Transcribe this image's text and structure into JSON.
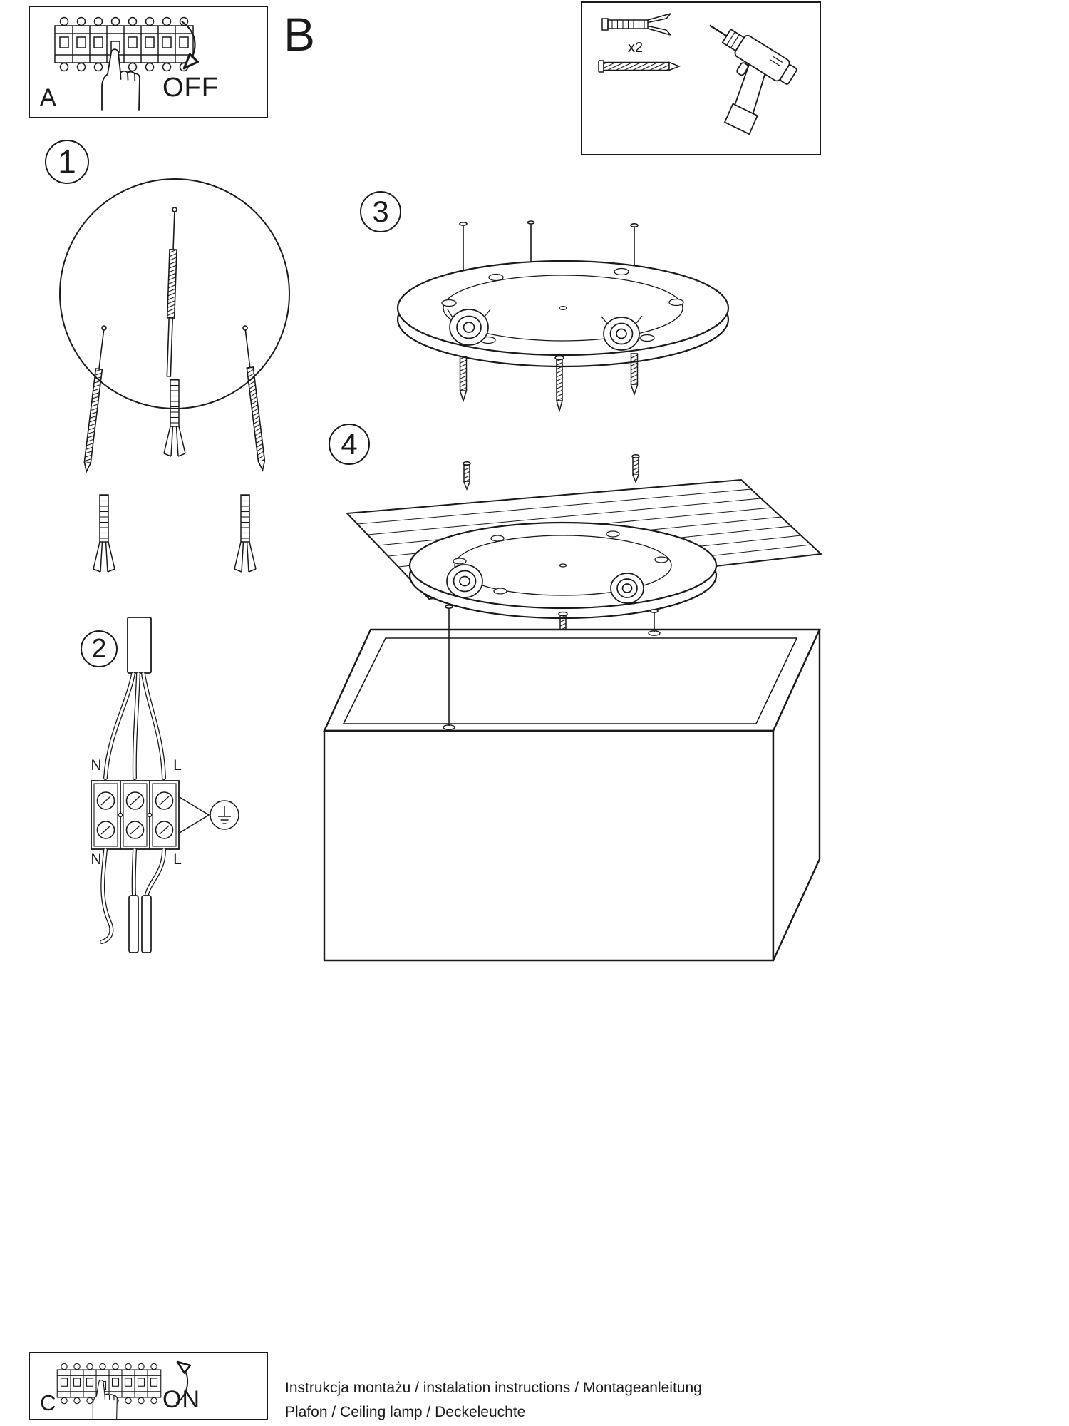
{
  "panel_a": {
    "label": "A",
    "switch_state": "OFF"
  },
  "section_b": {
    "label": "B",
    "plug_count": "x2"
  },
  "panel_c": {
    "label": "C",
    "switch_state": "ON"
  },
  "steps": {
    "step1": "1",
    "step2": "2",
    "step3": "3",
    "step4": "4"
  },
  "wiring": {
    "terminal_top_left": "N",
    "terminal_top_right": "L",
    "terminal_bottom_left": "N",
    "terminal_bottom_right": "L"
  },
  "footer": {
    "line1": "Instrukcja montażu / instalation instructions / Montageanleitung",
    "line2": "Plafon / Ceiling lamp / Deckeleuchte"
  }
}
